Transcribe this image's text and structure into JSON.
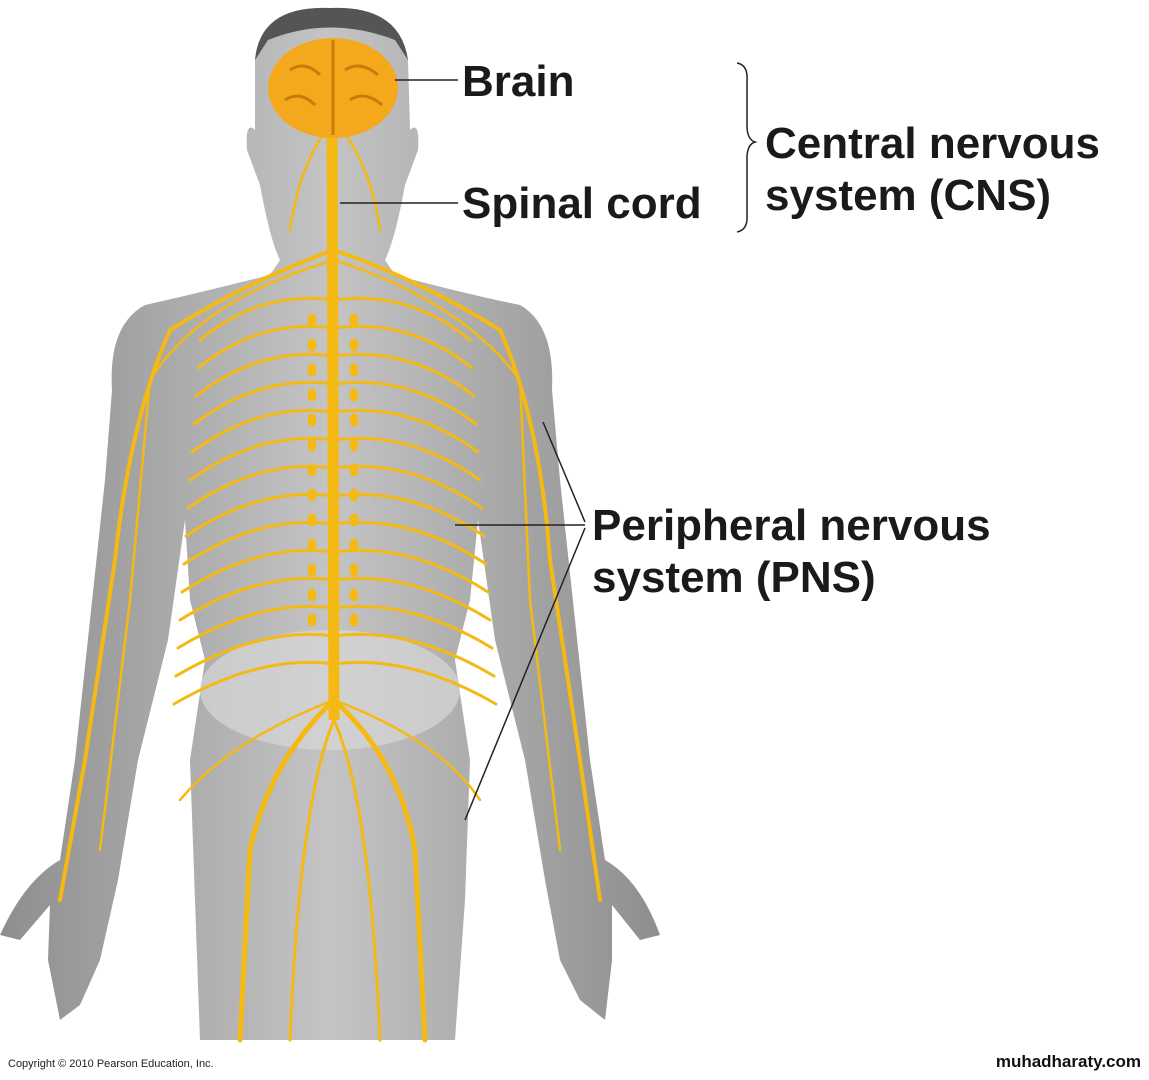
{
  "labels": {
    "brain": "Brain",
    "spinal_cord": "Spinal cord",
    "cns_line1": "Central nervous",
    "cns_line2": "system (CNS)",
    "pns_line1": "Peripheral nervous",
    "pns_line2": "system (PNS)"
  },
  "footer": {
    "copyright": "Copyright © 2010 Pearson Education, Inc.",
    "watermark": "muhadharaty.com"
  },
  "colors": {
    "body": "#a9a9a9",
    "nerve": "#f5b914",
    "brain": "#f4a81c"
  }
}
